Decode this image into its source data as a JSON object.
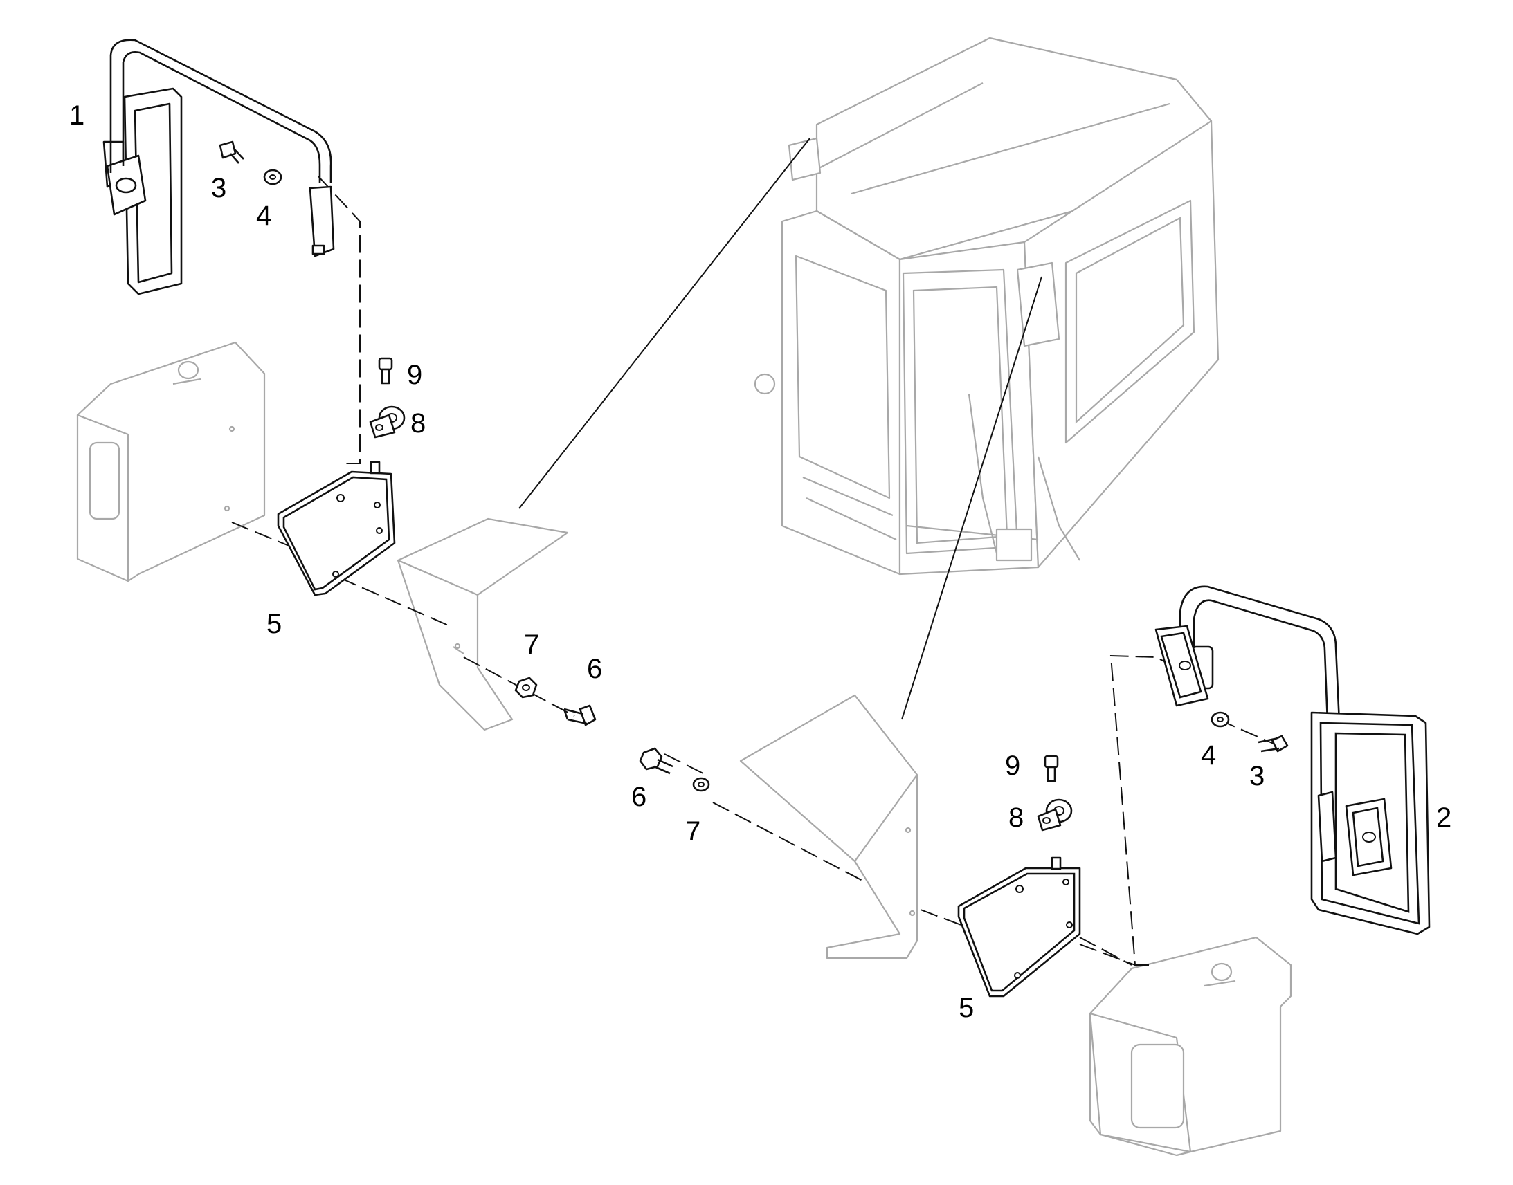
{
  "diagram": {
    "callouts": [
      {
        "id": "c1",
        "text": "1"
      },
      {
        "id": "c3a",
        "text": "3"
      },
      {
        "id": "c4a",
        "text": "4"
      },
      {
        "id": "c9a",
        "text": "9"
      },
      {
        "id": "c8a",
        "text": "8"
      },
      {
        "id": "c5a",
        "text": "5"
      },
      {
        "id": "c7a",
        "text": "7"
      },
      {
        "id": "c6a",
        "text": "6"
      },
      {
        "id": "c6b",
        "text": "6"
      },
      {
        "id": "c7b",
        "text": "7"
      },
      {
        "id": "c9b",
        "text": "9"
      },
      {
        "id": "c8b",
        "text": "8"
      },
      {
        "id": "c4b",
        "text": "4"
      },
      {
        "id": "c3b",
        "text": "3"
      },
      {
        "id": "c2",
        "text": "2"
      },
      {
        "id": "c5b",
        "text": "5"
      }
    ],
    "colors": {
      "line": "#111111",
      "ghost": "#a8a8a8",
      "background": "#ffffff"
    }
  }
}
